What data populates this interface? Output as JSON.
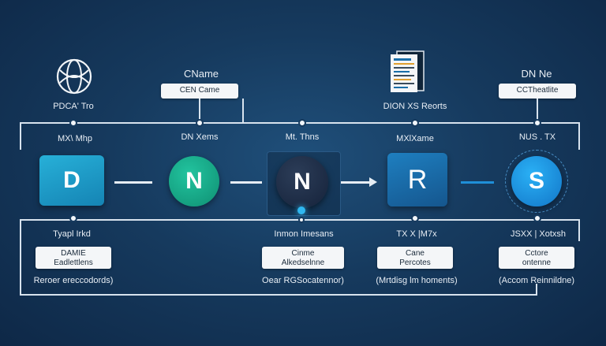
{
  "top": {
    "col1_caption": "PDCA' Tro",
    "col2_title": "CName",
    "col2_box": "CEN Came",
    "col4_caption": "DION XS Reorts",
    "col5_title": "DN Ne",
    "col5_box": "CCTheatlite"
  },
  "row_labels": {
    "l1": "MX\\ Mhp",
    "l2": "DN Xems",
    "l3": "Mt. Thns",
    "l4": "MXlXame",
    "l5": "NUS . TX"
  },
  "nodes": [
    {
      "letter": "D",
      "color": "#1e9bc8"
    },
    {
      "letter": "N",
      "color": "#16a889"
    },
    {
      "letter": "N",
      "color": "#1d2b42"
    },
    {
      "letter": "R",
      "color": "#1a6ea8"
    },
    {
      "letter": "S",
      "color": "#1c8fd6"
    }
  ],
  "bottom": {
    "c1_label": "Tyapl Irkd",
    "c1_box_line1": "DAMIE",
    "c1_box_line2": "Eadlettlens",
    "c1_caption": "Reroer ereccodords)",
    "c3_label": "Inmon Imesans",
    "c3_box_line1": "Cinme",
    "c3_box_line2": "Alkedselnne",
    "c3_caption": "Oear RGSocatennor)",
    "c4_label": "TX X |M7x",
    "c4_box_line1": "Cane",
    "c4_box_line2": "Percotes",
    "c4_caption": "(Mrtdisg lm homents)",
    "c5_label": "JSXX | Xotxsh",
    "c5_box_line1": "Cctore",
    "c5_box_line2": "ontenne",
    "c5_caption": "(Accom Reinnildne)"
  }
}
